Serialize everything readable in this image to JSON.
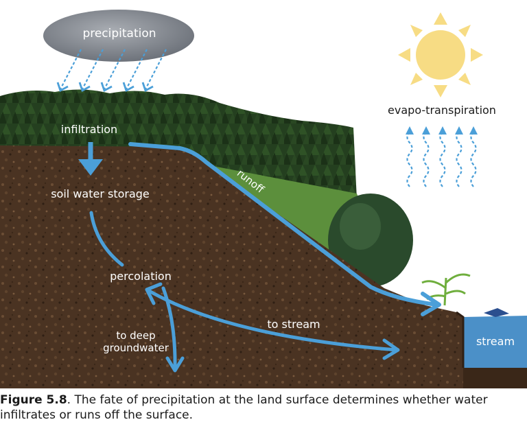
{
  "labels": {
    "precipitation": "precipitation",
    "evapotranspiration": "evapo-transpiration",
    "infiltration": "infiltration",
    "soil_water_storage": "soil water storage",
    "percolation": "percolation",
    "runoff": "runoff",
    "to_stream": "to stream",
    "to_deep_line1": "to deep",
    "to_deep_line2": "groundwater",
    "stream": "stream"
  },
  "caption": {
    "figure_label": "Figure 5.8",
    "text": ". The fate of precipitation at the land surface determines whether water infiltrates or runs off the surface."
  },
  "colors": {
    "arrow": "#4b9fd8",
    "soil": "#4a3322",
    "forest": "#233d1e",
    "grass": "#5c8f3c",
    "cloud": "#8b8f96",
    "sun": "#f7dc84",
    "stream_water": "#4b90c8",
    "label": "#ffffff",
    "evap_label": "#1a1a1a"
  }
}
